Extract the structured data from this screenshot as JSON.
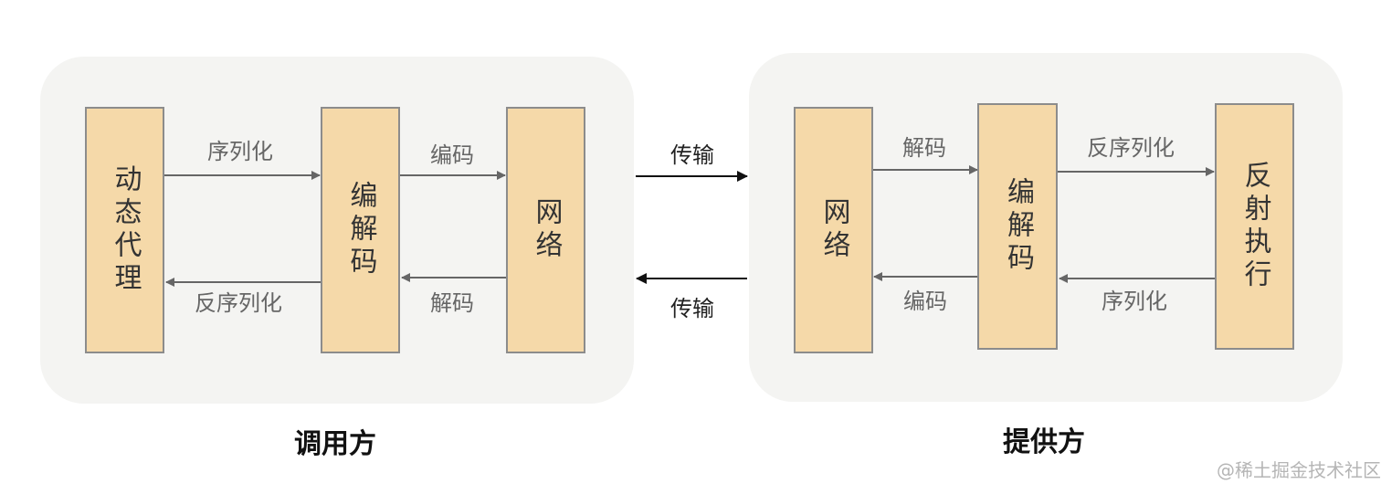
{
  "caller": {
    "boxes": {
      "proxy": "动态代理",
      "codec": "编解码",
      "network": "网络"
    },
    "arrows": {
      "serialize": "序列化",
      "encode": "编码",
      "deserialize": "反序列化",
      "decode": "解码"
    },
    "caption": "调用方"
  },
  "transport": {
    "forward": "传输",
    "backward": "传输"
  },
  "provider": {
    "boxes": {
      "network": "网络",
      "codec": "编解码",
      "reflect": "反射执行"
    },
    "arrows": {
      "decode": "解码",
      "deserialize": "反序列化",
      "encode": "编码",
      "serialize": "序列化"
    },
    "caption": "提供方"
  },
  "watermark": "@稀土掘金技术社区",
  "colors": {
    "box_fill": "#f5d9a9",
    "panel_fill": "#f4f4f2",
    "arrow_gray": "#666666",
    "arrow_black": "#111111"
  }
}
